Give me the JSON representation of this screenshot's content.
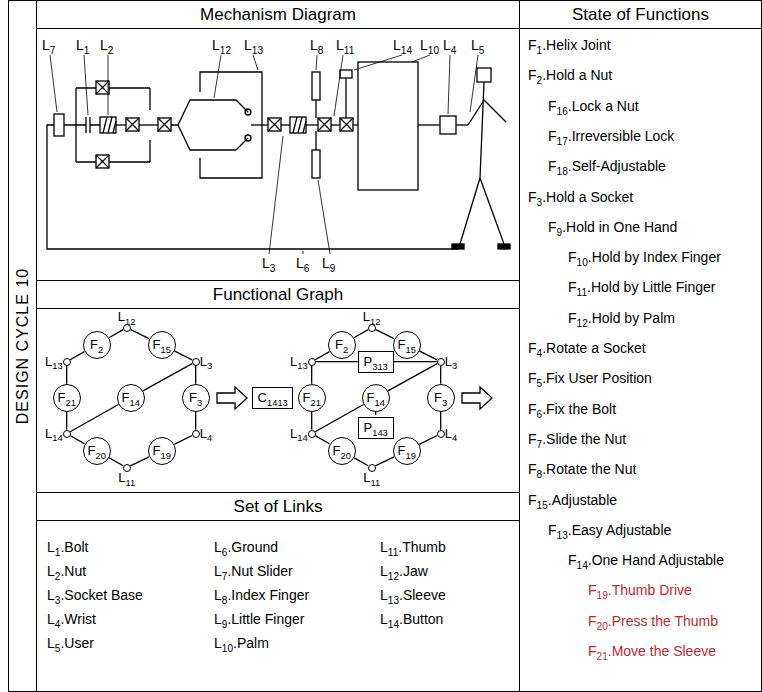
{
  "diagram": {
    "nodes": [
      {
        "text": [
          "DESIGN CYCLE 10"
        ]
      },
      {
        "text": [
          "Mechanism Diagram"
        ]
      },
      {
        "text": [
          "State of Functions",
          "F1.Helix Joint",
          "F2.Hold a Nut",
          "F16.Lock a Nut",
          "F17.Irreversible Lock",
          "F18.Self-Adjustable",
          "F3.Hold a Socket",
          "F9.Hold in One Hand",
          "F10.Hold by Index Finger",
          "F11.Hold by Little Finger",
          "F12.Hold by Palm",
          "F4.Rotate a Socket",
          "F5.Fix User Position",
          "F6.Fix the Bolt",
          "F7.Slide the Nut",
          "F8.Rotate the Nut",
          "F15.Adjustable",
          "F13.Easy Adjustable",
          "F14.One Hand Adjustable",
          "F19.Thumb Drive",
          "F20.Press the Thumb",
          "F21.Move the Sleeve"
        ]
      },
      {
        "text": [
          "Functional Graph"
        ]
      },
      {
        "text": [
          "Set of Links",
          "L1.Bolt",
          "L2.Nut",
          "L3.Socket Base",
          "L4.Wrist",
          "L5.User",
          "L6.Ground",
          "L7.Nut Slider",
          "L8.Index Finger",
          "L9.Little Finger",
          "L10.Palm",
          "L11.Thumb",
          "L12.Jaw",
          "L13.Sleeve",
          "L14.Button"
        ]
      },
      {
        "text": [
          "L12"
        ],
        "in": 3
      },
      {
        "text": [
          "L13"
        ],
        "in": 3
      },
      {
        "text": [
          "L3"
        ],
        "in": 3
      },
      {
        "text": [
          "L14"
        ],
        "in": 3
      },
      {
        "text": [
          "L4"
        ],
        "in": 3
      },
      {
        "text": [
          "L11"
        ],
        "in": 3
      },
      {
        "text": [
          "F2"
        ],
        "in": 3
      },
      {
        "text": [
          "F15"
        ],
        "in": 3
      },
      {
        "text": [
          "F21"
        ],
        "in": 3
      },
      {
        "text": [
          "F14"
        ],
        "in": 3
      },
      {
        "text": [
          "F3"
        ],
        "in": 3
      },
      {
        "text": [
          "F20"
        ],
        "in": 3
      },
      {
        "text": [
          "F19"
        ],
        "in": 3
      },
      {
        "text": [
          "C1413"
        ],
        "in": 3
      },
      {
        "text": [
          "L12"
        ],
        "in": 3
      },
      {
        "text": [
          "L13"
        ],
        "in": 3
      },
      {
        "text": [
          "L3"
        ],
        "in": 3
      },
      {
        "text": [
          "L14"
        ],
        "in": 3
      },
      {
        "text": [
          "L4"
        ],
        "in": 3
      },
      {
        "text": [
          "L11"
        ],
        "in": 3
      },
      {
        "text": [
          "F2"
        ],
        "in": 3
      },
      {
        "text": [
          "P313"
        ],
        "in": 3
      },
      {
        "text": [
          "F15"
        ],
        "in": 3
      },
      {
        "text": [
          "F21"
        ],
        "in": 3
      },
      {
        "text": [
          "F14"
        ],
        "in": 3
      },
      {
        "text": [
          "F3"
        ],
        "in": 3
      },
      {
        "text": [
          "P143"
        ],
        "in": 3
      },
      {
        "text": [
          "F20"
        ],
        "in": 3
      },
      {
        "text": [
          "F19"
        ],
        "in": 3
      }
    ],
    "edges": [
      {
        "from": 6,
        "to": 11,
        "arrow": "none"
      },
      {
        "from": 11,
        "to": 5,
        "arrow": "none"
      },
      {
        "from": 5,
        "to": 12,
        "arrow": "none"
      },
      {
        "from": 12,
        "to": 7,
        "arrow": "none"
      },
      {
        "from": 7,
        "to": 15,
        "arrow": "none"
      },
      {
        "from": 15,
        "to": 9,
        "arrow": "none"
      },
      {
        "from": 9,
        "to": 17,
        "arrow": "none"
      },
      {
        "from": 17,
        "to": 10,
        "arrow": "none"
      },
      {
        "from": 10,
        "to": 16,
        "arrow": "none"
      },
      {
        "from": 16,
        "to": 8,
        "arrow": "none"
      },
      {
        "from": 8,
        "to": 13,
        "arrow": "none"
      },
      {
        "from": 13,
        "to": 6,
        "arrow": "none"
      },
      {
        "from": 8,
        "to": 14,
        "arrow": "none"
      },
      {
        "from": 14,
        "to": 7,
        "arrow": "none"
      },
      {
        "from": 20,
        "to": 25,
        "arrow": "none"
      },
      {
        "from": 25,
        "to": 19,
        "arrow": "none"
      },
      {
        "from": 19,
        "to": 27,
        "arrow": "none"
      },
      {
        "from": 27,
        "to": 21,
        "arrow": "none"
      },
      {
        "from": 21,
        "to": 30,
        "arrow": "none"
      },
      {
        "from": 30,
        "to": 23,
        "arrow": "none"
      },
      {
        "from": 23,
        "to": 33,
        "arrow": "none"
      },
      {
        "from": 33,
        "to": 24,
        "arrow": "none"
      },
      {
        "from": 24,
        "to": 32,
        "arrow": "none"
      },
      {
        "from": 32,
        "to": 22,
        "arrow": "none"
      },
      {
        "from": 22,
        "to": 28,
        "arrow": "none"
      },
      {
        "from": 28,
        "to": 20,
        "arrow": "none"
      },
      {
        "from": 22,
        "to": 29,
        "arrow": "none"
      },
      {
        "from": 29,
        "to": 21,
        "arrow": "none"
      },
      {
        "from": 20,
        "to": 26,
        "arrow": "none"
      },
      {
        "from": 26,
        "to": 21,
        "arrow": "none"
      },
      {
        "from": 29,
        "to": 31,
        "arrow": "none"
      }
    ],
    "labels": [
      "L7",
      "L1",
      "L2",
      "L12",
      "L13",
      "L8",
      "L11",
      "L14",
      "L10",
      "L4",
      "L5",
      "L3",
      "L6",
      "L9"
    ]
  }
}
